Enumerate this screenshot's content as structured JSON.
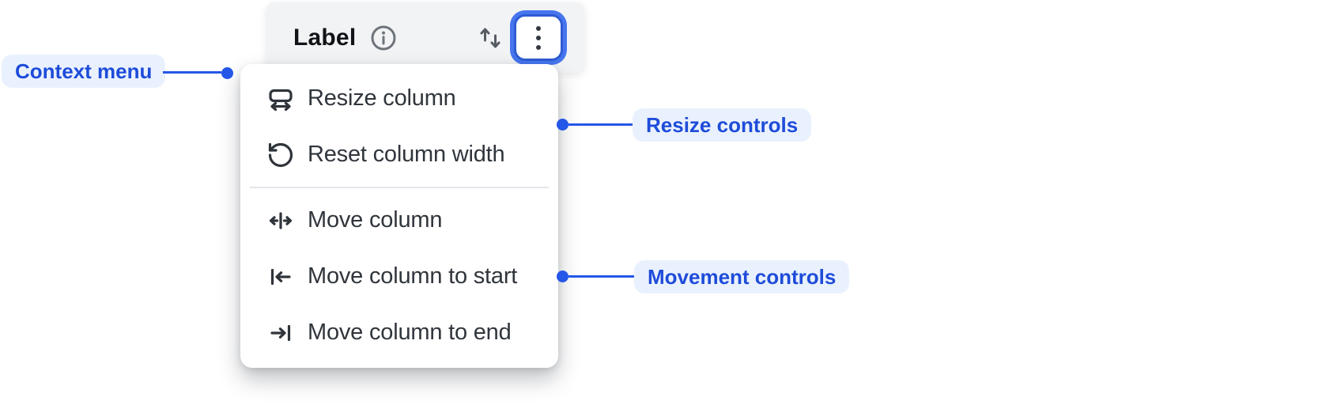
{
  "header": {
    "label": "Label",
    "icons": [
      "info-icon",
      "sort-icon",
      "kebab-menu-icon"
    ]
  },
  "menu": {
    "sections": [
      {
        "name": "resize",
        "items": [
          {
            "icon": "resize-horizontal-icon",
            "label": "Resize column"
          },
          {
            "icon": "reset-icon",
            "label": "Reset column width"
          }
        ]
      },
      {
        "name": "movement",
        "items": [
          {
            "icon": "move-column-icon",
            "label": "Move column"
          },
          {
            "icon": "move-to-start-icon",
            "label": "Move column to start"
          },
          {
            "icon": "move-to-end-icon",
            "label": "Move column to end"
          }
        ]
      }
    ]
  },
  "annotations": {
    "context_menu": "Context menu",
    "resize_controls": "Resize controls",
    "movement_controls": "Movement controls"
  },
  "colors": {
    "annotation_blue": "#2457e8",
    "annotation_text_blue": "#1e4cd9",
    "annotation_pill_bg": "#eaf1fe",
    "focus_ring_blue": "#4675ee",
    "focus_border_blue": "#2e5cd4",
    "header_bar_bg": "#f2f3f4",
    "menu_bg": "#ffffff",
    "menu_text": "#30353c",
    "menu_icon": "#2f343b",
    "divider": "#e3e5e9"
  }
}
